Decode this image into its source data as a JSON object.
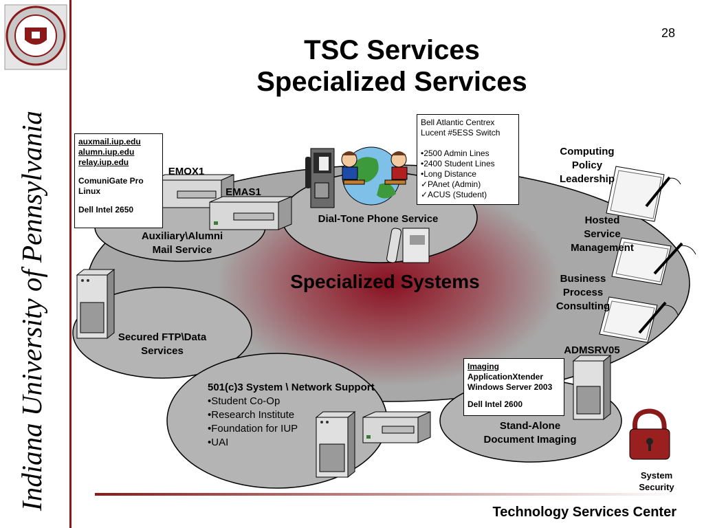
{
  "slide_number": "28",
  "title_line1": "TSC Services",
  "title_line2": "Specialized Services",
  "sidebar_text": "Indiana University of Pennsylvania",
  "center_label": "Specialized Systems",
  "footer": "Technology Services Center",
  "mail_box": {
    "line1": "auxmail.iup.edu",
    "line2": "alumn.iup.edu",
    "line3": "relay.iup.edu",
    "line4": "ComuniGate Pro",
    "line5": "Linux",
    "line6": "Dell Intel 2650"
  },
  "server_labels": {
    "emox1": "EMOX1",
    "emas1": "EMAS1",
    "admsrv05": "ADMSRV05"
  },
  "phone_box": {
    "line1": "Bell Atlantic Centrex",
    "line2": "Lucent #5ESS Switch",
    "items": [
      "•2500 Admin Lines",
      "•2400 Student Lines",
      "•Long Distance",
      "✓PAnet (Admin)",
      "✓ACUS (Student)"
    ]
  },
  "imaging_box": {
    "line1": "Imaging",
    "line2": "ApplicationXtender",
    "line3": "Windows Server 2003",
    "line4": "Dell Intel 2600"
  },
  "services": {
    "mail": [
      "Auxiliary\\Alumni",
      "Mail Service"
    ],
    "phone": "Dial-Tone Phone Service",
    "ftp": [
      "Secured FTP\\Data",
      "Services"
    ],
    "support_title": "501(c)3 System \\ Network Support",
    "support_items": [
      "•Student Co-Op",
      "•Research Institute",
      "•Foundation for IUP",
      "•UAI"
    ],
    "imaging": [
      "Stand-Alone",
      "Document Imaging"
    ]
  },
  "right_labels": {
    "computing": [
      "Computing",
      "Policy",
      "Leadership"
    ],
    "hosted": [
      "Hosted",
      "Service",
      "Management"
    ],
    "business": [
      "Business",
      "Process",
      "Consulting"
    ],
    "security": [
      "System",
      "Security"
    ]
  },
  "colors": {
    "accent": "#8a1a1a",
    "ellipse_gray": "#a8a8a8",
    "bubble_gray": "#b4b4b4"
  }
}
